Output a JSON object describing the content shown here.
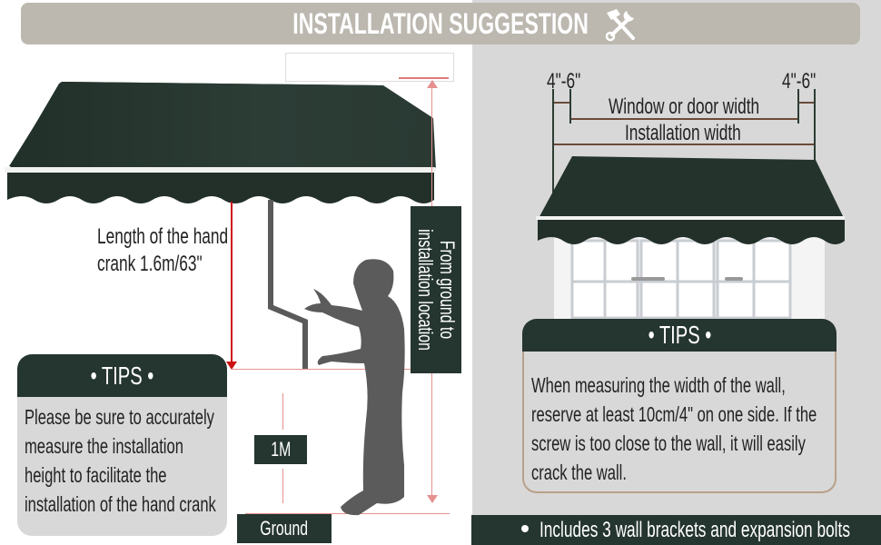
{
  "header": {
    "title": "INSTALLATION SUGGESTION",
    "icon": "hammer-wrench-icon"
  },
  "left_panel": {
    "crank_label": {
      "line1": "Length of the hand",
      "line2": "crank  1.6m/63\""
    },
    "height_label": "From ground to installation location",
    "height_label_line1": "From ground to",
    "height_label_line2": "installation location",
    "one_meter_label": "1M",
    "ground_label": "Ground",
    "tips": {
      "title": "• TIPS •",
      "lines": [
        "Please be sure to accurately",
        "measure the installation",
        "height to facilitate the",
        "installation of the hand crank"
      ]
    }
  },
  "right_panel": {
    "margin_left_label": "4\"-6\"",
    "margin_right_label": "4\"-6\"",
    "window_width_label": "Window or door width",
    "installation_width_label": "Installation width",
    "tips": {
      "title": "• TIPS •",
      "lines": [
        "When measuring the width of the wall,",
        "reserve at least 10cm/4\" on one side. If the",
        "screw is too close to the wall, it will easily",
        "crack the wall."
      ]
    },
    "footer_note": "Includes 3 wall brackets and expansion bolts"
  },
  "colors": {
    "awning_green": "#253530",
    "header_bg": "#bcb8b0",
    "right_bg": "#d8d8d8",
    "measure_red": "#cc1111",
    "measure_pink": "#e69090",
    "tips_border": "#b9a08a"
  }
}
